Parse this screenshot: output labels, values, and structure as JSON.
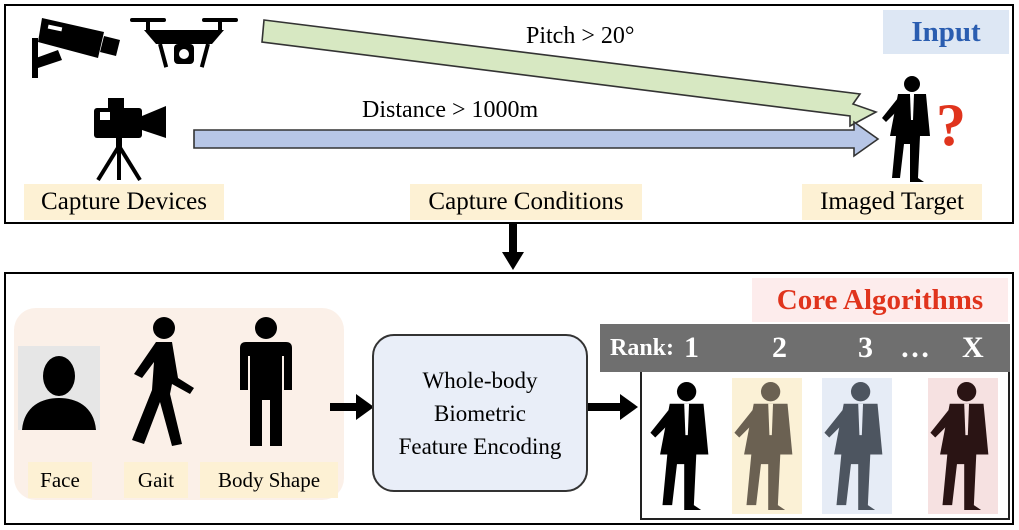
{
  "input": {
    "title": "Input",
    "condition_pitch": "Pitch > 20°",
    "condition_distance": "Distance > 1000m",
    "label_devices": "Capture Devices",
    "label_conditions": "Capture Conditions",
    "label_target": "Imaged Target",
    "question_mark": "?"
  },
  "core": {
    "title": "Core Algorithms",
    "modalities": [
      {
        "label": "Face"
      },
      {
        "label": "Gait"
      },
      {
        "label": "Body Shape"
      }
    ],
    "encoding_lines": [
      "Whole-body",
      "Biometric",
      "Feature Encoding"
    ],
    "rank_prefix": "Rank:",
    "ranks": [
      "1",
      "2",
      "3",
      "…",
      "X"
    ]
  },
  "colors": {
    "pitch_arrow": "#d7e8c2",
    "distance_arrow": "#b7c6e6",
    "input_title": "#2a5db0",
    "input_title_bg": "#dde7f4",
    "core_title": "#e0341d",
    "core_title_bg": "#fdecec",
    "question": "#e0341d",
    "candidate_tints": [
      "#ffffff",
      "#fbf1d6",
      "#e6ecf6",
      "#f6e1e1"
    ]
  }
}
